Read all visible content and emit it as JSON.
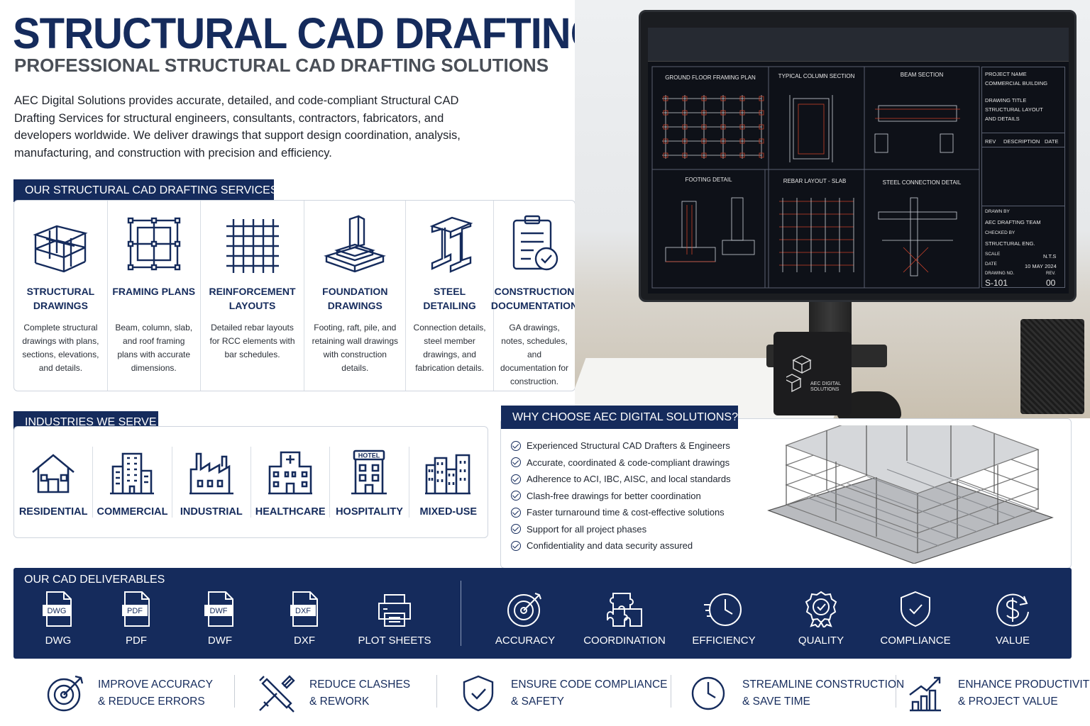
{
  "header": {
    "title": "STRUCTURAL CAD DRAFTING SERVICES",
    "subtitle": "PROFESSIONAL STRUCTURAL CAD DRAFTING SOLUTIONS",
    "intro": "AEC Digital Solutions provides accurate, detailed, and code-compliant Structural CAD Drafting Services for structural engineers, consultants, contractors, fabricators, and developers worldwide. We deliver drawings that support design coordination, analysis, manufacturing, and construction with precision and efficiency."
  },
  "services": {
    "heading": "OUR STRUCTURAL CAD DRAFTING SERVICES",
    "items": [
      {
        "title": "STRUCTURAL DRAWINGS",
        "desc": "Complete structural drawings with plans, sections, elevations, and details.",
        "icon": "structure-frame-icon"
      },
      {
        "title": "FRAMING PLANS",
        "desc": "Beam, column, slab, and roof framing plans with accurate dimensions.",
        "icon": "framing-plan-icon"
      },
      {
        "title": "REINFORCEMENT LAYOUTS",
        "desc": "Detailed rebar layouts for RCC elements with bar schedules.",
        "icon": "rebar-grid-icon"
      },
      {
        "title": "FOUNDATION DRAWINGS",
        "desc": "Footing, raft, pile, and retaining wall drawings with construction details.",
        "icon": "foundation-icon"
      },
      {
        "title": "STEEL DETAILING",
        "desc": "Connection details, steel member drawings, and fabrication details.",
        "icon": "steel-beam-icon"
      },
      {
        "title": "CONSTRUCTION DOCUMENTATION",
        "desc": "GA drawings, notes, schedules, and documentation for construction.",
        "icon": "clipboard-check-icon"
      }
    ]
  },
  "industries": {
    "heading": "INDUSTRIES WE SERVE",
    "items": [
      {
        "label": "RESIDENTIAL",
        "icon": "house-icon"
      },
      {
        "label": "COMMERCIAL",
        "icon": "office-building-icon"
      },
      {
        "label": "INDUSTRIAL",
        "icon": "factory-icon"
      },
      {
        "label": "HEALTHCARE",
        "icon": "hospital-icon"
      },
      {
        "label": "HOSPITALITY",
        "icon": "hotel-icon",
        "sign": "HOTEL"
      },
      {
        "label": "MIXED-USE",
        "icon": "city-buildings-icon"
      }
    ]
  },
  "why": {
    "heading": "WHY CHOOSE AEC DIGITAL SOLUTIONS?",
    "items": [
      "Experienced Structural CAD Drafters & Engineers",
      "Accurate, coordinated & code-compliant drawings",
      "Adherence to ACI, IBC, AISC, and local standards",
      "Clash-free drawings for better coordination",
      "Faster turnaround time & cost-effective solutions",
      "Support for all project phases",
      "Confidentiality and data security assured"
    ]
  },
  "deliverables": {
    "heading": "OUR CAD DELIVERABLES",
    "files": [
      {
        "label": "DWG",
        "badge": "DWG"
      },
      {
        "label": "PDF",
        "badge": "PDF"
      },
      {
        "label": "DWF",
        "badge": "DWF"
      },
      {
        "label": "DXF",
        "badge": "DXF"
      },
      {
        "label": "PLOT SHEETS",
        "badge": ""
      }
    ],
    "values": [
      {
        "label": "ACCURACY",
        "icon": "target-icon"
      },
      {
        "label": "COORDINATION",
        "icon": "puzzle-icon"
      },
      {
        "label": "EFFICIENCY",
        "icon": "clock-icon"
      },
      {
        "label": "QUALITY",
        "icon": "quality-badge-icon"
      },
      {
        "label": "COMPLIANCE",
        "icon": "shield-check-icon"
      },
      {
        "label": "VALUE",
        "icon": "dollar-icon"
      }
    ]
  },
  "benefits": [
    {
      "line1": "IMPROVE ACCURACY",
      "line2": "& REDUCE ERRORS",
      "icon": "target-arrow-icon"
    },
    {
      "line1": "REDUCE CLASHES",
      "line2": "& REWORK",
      "icon": "crossed-tools-icon"
    },
    {
      "line1": "ENSURE CODE COMPLIANCE",
      "line2": "& SAFETY",
      "icon": "shield-check-icon"
    },
    {
      "line1": "STREAMLINE CONSTRUCTION",
      "line2": "& SAVE TIME",
      "icon": "clock-icon"
    },
    {
      "line1": "ENHANCE PRODUCTIVITY",
      "line2": "& PROJECT VALUE",
      "icon": "growth-chart-icon"
    }
  ],
  "cad_screen": {
    "panels": [
      "GROUND FLOOR FRAMING PLAN",
      "TYPICAL COLUMN SECTION",
      "BEAM SECTION",
      "FOOTING DETAIL",
      "REBAR LAYOUT - SLAB",
      "STEEL CONNECTION DETAIL"
    ],
    "title_block": {
      "project_name_label": "PROJECT NAME",
      "project_name": "COMMERCIAL BUILDING",
      "drawing_title_label": "DRAWING TITLE",
      "drawing_title_1": "STRUCTURAL LAYOUT",
      "drawing_title_2": "AND DETAILS",
      "rev_col": "REV",
      "desc_col": "DESCRIPTION",
      "date_col": "DATE",
      "drawn_by_label": "DRAWN BY",
      "drawn_by": "AEC DRAFTING TEAM",
      "checked_by_label": "CHECKED BY",
      "checked_by": "STRUCTURAL ENG.",
      "scale_label": "SCALE",
      "scale": "N.T.S",
      "date_label": "DATE",
      "date": "10 MAY 2024",
      "drawing_no_label": "DRAWING NO.",
      "drawing_no": "S-101",
      "rev_label": "REV.",
      "rev": "00"
    },
    "mug_text": "AEC DIGITAL SOLUTIONS"
  },
  "colors": {
    "navy": "#152b5c",
    "text": "#1f2530",
    "cad_red": "#c8402a"
  }
}
